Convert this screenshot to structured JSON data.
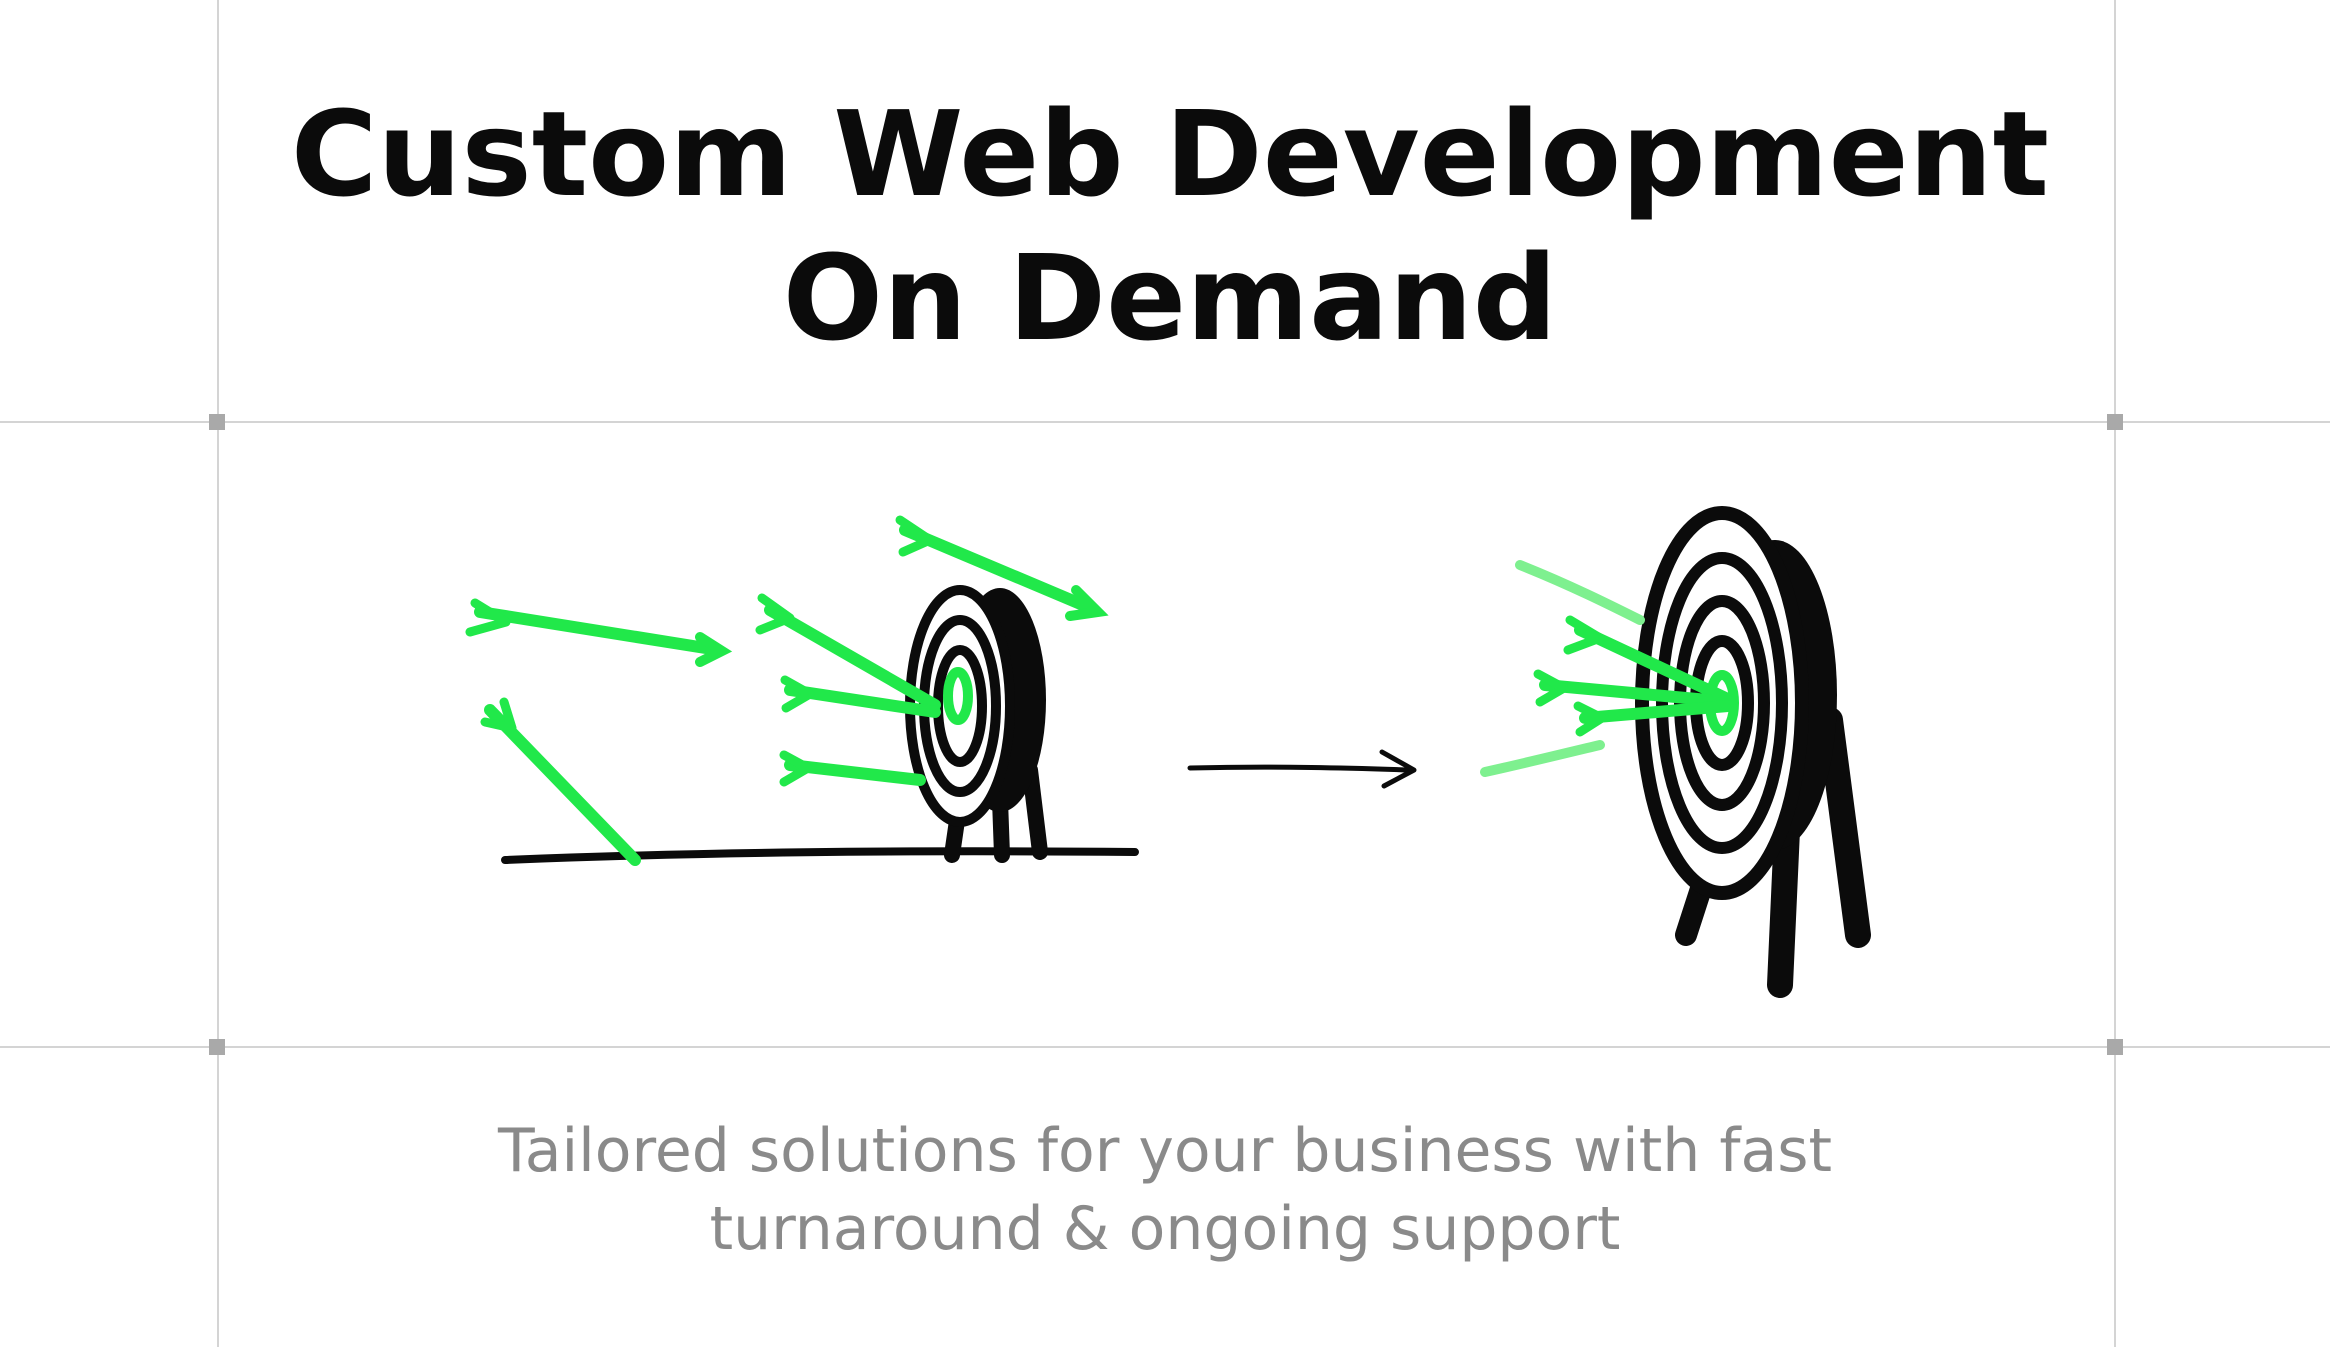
{
  "hero": {
    "title_line1": "Custom Web Development",
    "title_line2": "On Demand",
    "subtitle_line1": "Tailored solutions for your business with fast",
    "subtitle_line2": "turnaround & ongoing support"
  },
  "illustration": {
    "left_scene": "scattered-arrows-missing-target",
    "transition": "right-arrow-icon",
    "right_scene": "arrows-hitting-bullseye"
  },
  "colors": {
    "accent": "#21e84a",
    "accent_light": "#7ef08f",
    "ink": "#0b0b0b",
    "muted_text": "#8a8a8a",
    "guide_lines": "#d4d4d4",
    "handles": "#a9a9a9",
    "background": "#ffffff"
  }
}
